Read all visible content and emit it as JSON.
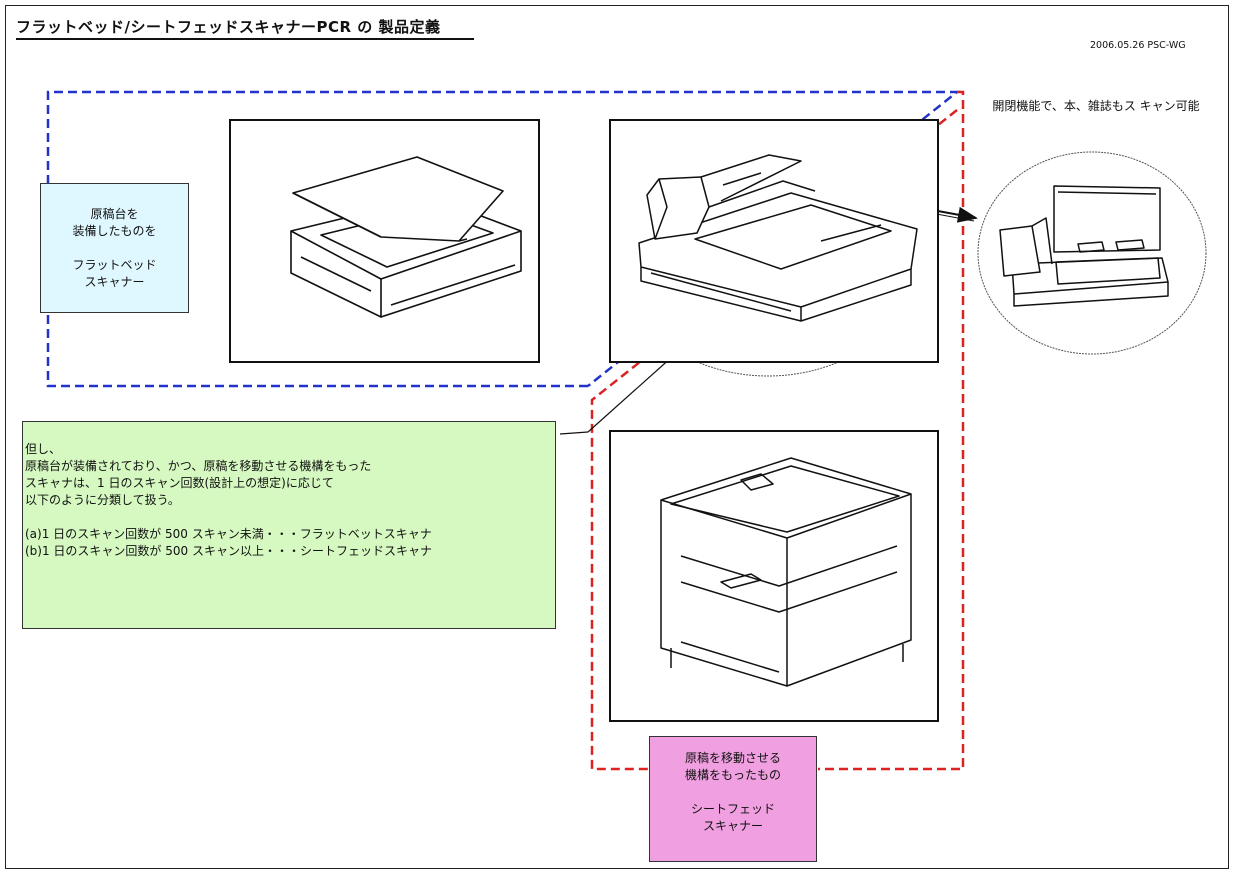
{
  "header": {
    "title": "フラットベッド/シートフェッドスキャナーPCR の 製品定義",
    "date_stamp": "2006.05.26  PSC-WG"
  },
  "flatbed_box": {
    "lines": [
      "原稿台を",
      "装備したものを",
      "",
      "フラットベッド",
      "スキャナー"
    ]
  },
  "sheetfed_box": {
    "lines": [
      "原稿を移動させる",
      "機構をもったもの",
      "",
      "シートフェッド",
      "スキャナー"
    ]
  },
  "note_box": {
    "lines": [
      "但し、",
      "原稿台が装備されており、かつ、原稿を移動させる機構をもった",
      "スキャナは、1 日のスキャン回数(設計上の想定)に応じて",
      "以下のように分類して扱う。",
      "",
      "(a)1 日のスキャン回数が 500 スキャン未満・・・フラットベットスキャナ",
      "(b)1 日のスキャン回数が 500 スキャン以上・・・シートフェッドスキャナ"
    ]
  },
  "zoom_caption": {
    "lines": [
      "開閉機能で、本、雑誌もス",
      "キャン可能"
    ]
  },
  "colors": {
    "flatbed_border": "#2233cc",
    "sheetfed_border": "#dd2222",
    "flatbed_box_fill": "#dff7ff",
    "sheetfed_box_fill": "#f0a0e0",
    "note_box_fill": "#d6f9c2"
  },
  "illustrations": [
    "flatbed-scanner-drawing",
    "flatbed-scanner-with-feeder-drawing",
    "sheetfed-scanner-drawing",
    "open-lid-scanner-zoom-drawing"
  ]
}
